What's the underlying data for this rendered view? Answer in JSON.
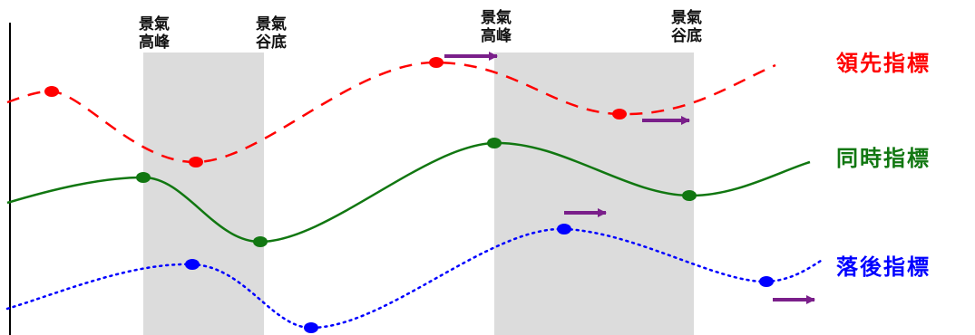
{
  "phase_labels": {
    "peak_1": [
      "景氣",
      "高峰"
    ],
    "trough_1": [
      "景氣",
      "谷底"
    ],
    "peak_2": [
      "景氣",
      "高峰"
    ],
    "trough_2": [
      "景氣",
      "谷底"
    ]
  },
  "series": {
    "leading": {
      "label": "領先指標",
      "color": "#ff0000",
      "line_style": "dashed"
    },
    "coincident": {
      "label": "同時指標",
      "color": "#117711",
      "line_style": "solid"
    },
    "lagging": {
      "label": "落後指標",
      "color": "#0000ff",
      "line_style": "dotted"
    }
  },
  "colors": {
    "shading": "#dcdcdc",
    "arrow": "#7a1f8a",
    "axis": "#000000"
  }
}
